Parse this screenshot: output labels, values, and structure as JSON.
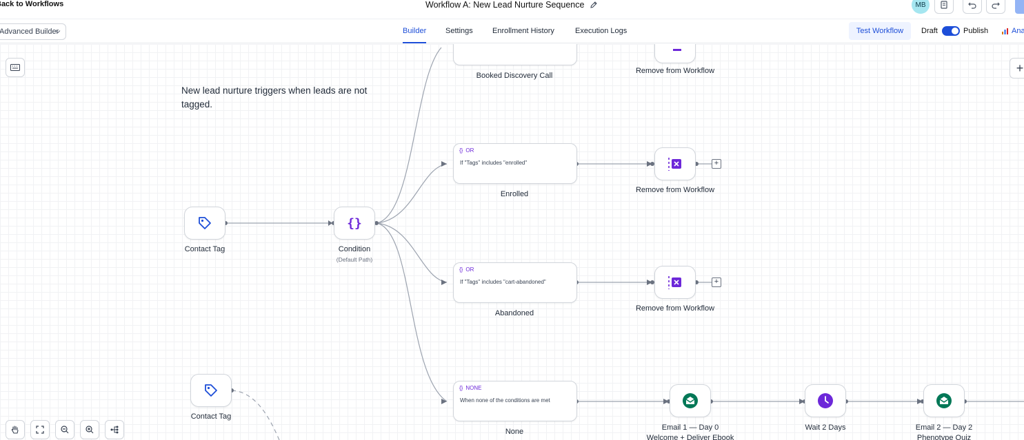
{
  "header": {
    "back_label": "Back to Workflows",
    "title": "Workflow A: New Lead Nurture Sequence",
    "avatar_initials": "MB"
  },
  "subbar": {
    "builder_mode": "Advanced Builder",
    "tabs": [
      {
        "label": "Builder",
        "active": true
      },
      {
        "label": "Settings",
        "active": false
      },
      {
        "label": "Enrollment History",
        "active": false
      },
      {
        "label": "Execution Logs",
        "active": false
      }
    ],
    "test_button": "Test Workflow",
    "draft_label": "Draft",
    "publish_label": "Publish",
    "analytics_label": "Analytics",
    "publish_toggle_on": true
  },
  "canvas": {
    "note": "New lead nurture triggers when leads are not tagged.",
    "triggers": [
      {
        "label": "Contact Tag",
        "icon": "tag-icon"
      },
      {
        "label": "Contact Tag",
        "icon": "tag-icon"
      }
    ],
    "condition": {
      "label": "Condition",
      "sub": "(Default Path)"
    },
    "branches": [
      {
        "name": "Booked Discovery Call",
        "tag": "",
        "text": "",
        "action": "Remove from Workflow"
      },
      {
        "name": "Enrolled",
        "tag": "OR",
        "text": "If \"Tags\" includes \"enrolled\"",
        "action": "Remove from Workflow"
      },
      {
        "name": "Abandoned",
        "tag": "OR",
        "text": "If \"Tags\" includes \"cart-abandoned\"",
        "action": "Remove from Workflow"
      },
      {
        "name": "None",
        "tag": "NONE",
        "text": "When none of the conditions are met",
        "action": ""
      }
    ],
    "sequence": [
      {
        "label": "Email 1 — Day 0",
        "sub": "Welcome + Deliver Ebook",
        "icon": "email-icon"
      },
      {
        "label": "Wait 2 Days",
        "sub": "",
        "icon": "clock-icon"
      },
      {
        "label": "Email 2 — Day 2",
        "sub": "Phenotype Quiz",
        "icon": "email-icon"
      }
    ],
    "colors": {
      "accent": "#1d4ed8",
      "purple": "#6d28d9",
      "email_green": "#047857"
    }
  }
}
